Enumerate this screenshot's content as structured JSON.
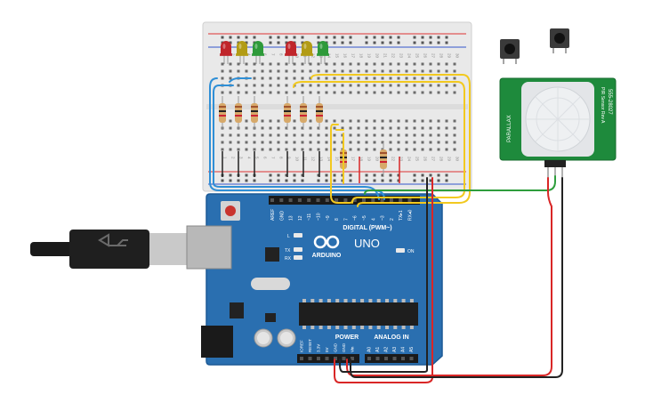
{
  "arduino": {
    "brand": "ARDUINO",
    "model": "UNO",
    "digital_label": "DIGITAL (PWM~)",
    "power_label": "POWER",
    "analog_label": "ANALOG IN",
    "on_label": "ON",
    "led_l": "L",
    "led_tx": "TX",
    "led_rx": "RX",
    "digital_pins": [
      "AREF",
      "GND",
      "13",
      "12",
      "~11",
      "~10",
      "~9",
      "8",
      "7",
      "~6",
      "~5",
      "4",
      "~3",
      "2",
      "TX▸1",
      "RX◂0"
    ],
    "power_pins": [
      "IOREF",
      "RESET",
      "3.3V",
      "5V",
      "GND",
      "GND",
      "Vin"
    ],
    "analog_pins": [
      "A0",
      "A1",
      "A2",
      "A3",
      "A4",
      "A5"
    ],
    "colors": {
      "board": "#2a6fb0",
      "board_edge": "#1d5a96"
    }
  },
  "pir": {
    "side_label_left": "PARALLAX",
    "side_label_right": "555-28027",
    "top_label": "PIR Sensor Rev A",
    "colors": {
      "pcb": "#1e8a3c",
      "dome": "#eef0f2"
    }
  },
  "breadboard": {
    "column_numbers": [
      "1",
      "2",
      "3",
      "4",
      "5",
      "6",
      "7",
      "8",
      "9",
      "10",
      "11",
      "12",
      "13",
      "14",
      "15",
      "16",
      "17",
      "18",
      "19",
      "20",
      "21",
      "22",
      "23",
      "24",
      "25",
      "26",
      "27",
      "28",
      "29",
      "30"
    ]
  },
  "leds": [
    {
      "color": "#c0262b"
    },
    {
      "color": "#b29b14"
    },
    {
      "color": "#2e9a3a"
    },
    {
      "color": "#c0262b"
    },
    {
      "color": "#b29b14"
    },
    {
      "color": "#2e9a3a"
    }
  ],
  "wire_colors": {
    "red": "#d92626",
    "black": "#222222",
    "green": "#2e9e3c",
    "yellow": "#f2c91f",
    "blue": "#2f8fd6"
  }
}
